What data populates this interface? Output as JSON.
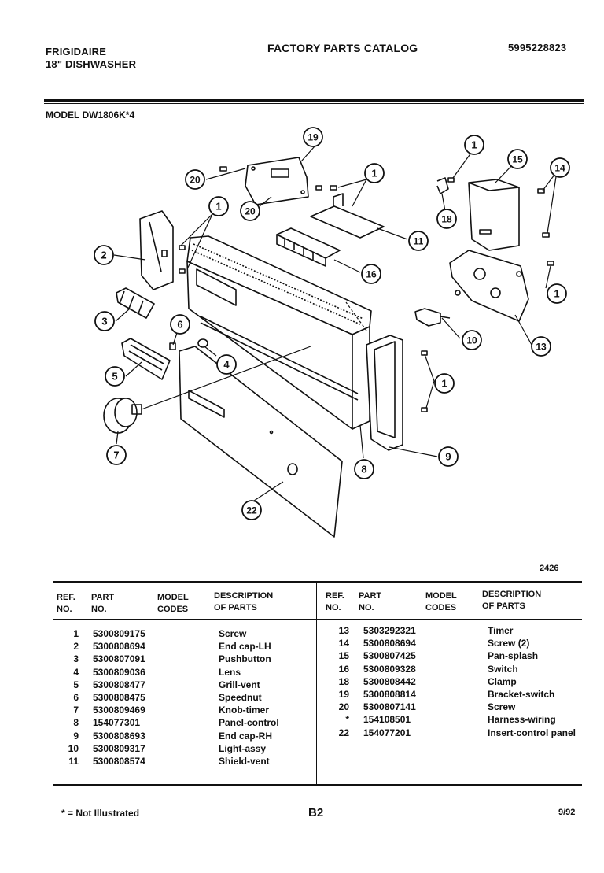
{
  "header": {
    "brand": "FRIGIDAIRE",
    "product": "18\" DISHWASHER",
    "catalog_title": "FACTORY PARTS CATALOG",
    "catalog_number": "5995228823",
    "model": "MODEL DW1806K*4"
  },
  "diagram": {
    "drawing_number": "2426",
    "callouts": [
      "1",
      "2",
      "3",
      "4",
      "5",
      "6",
      "7",
      "8",
      "9",
      "10",
      "11",
      "13",
      "14",
      "15",
      "16",
      "18",
      "19",
      "20",
      "22"
    ]
  },
  "table": {
    "headers": {
      "ref": [
        "REF.",
        "NO."
      ],
      "part": [
        "PART",
        "NO."
      ],
      "model": [
        "MODEL",
        "CODES"
      ],
      "desc": [
        "DESCRIPTION",
        "OF PARTS"
      ]
    },
    "left": [
      {
        "ref": "1",
        "part": "5300809175",
        "desc": "Screw"
      },
      {
        "ref": "2",
        "part": "5300808694",
        "desc": "End cap-LH"
      },
      {
        "ref": "3",
        "part": "5300807091",
        "desc": "Pushbutton"
      },
      {
        "ref": "4",
        "part": "5300809036",
        "desc": "Lens"
      },
      {
        "ref": "5",
        "part": "5300808477",
        "desc": "Grill-vent"
      },
      {
        "ref": "6",
        "part": "5300808475",
        "desc": "Speednut"
      },
      {
        "ref": "7",
        "part": "5300809469",
        "desc": "Knob-timer"
      },
      {
        "ref": "8",
        "part": "154077301",
        "desc": "Panel-control"
      },
      {
        "ref": "9",
        "part": "5300808693",
        "desc": "End cap-RH"
      },
      {
        "ref": "10",
        "part": "5300809317",
        "desc": "Light-assy"
      },
      {
        "ref": "11",
        "part": "5300808574",
        "desc": "Shield-vent"
      }
    ],
    "right": [
      {
        "ref": "13",
        "part": "5303292321",
        "desc": "Timer"
      },
      {
        "ref": "14",
        "part": "5300808694",
        "desc": "Screw (2)"
      },
      {
        "ref": "15",
        "part": "5300807425",
        "desc": "Pan-splash"
      },
      {
        "ref": "16",
        "part": "5300809328",
        "desc": "Switch"
      },
      {
        "ref": "18",
        "part": "5300808442",
        "desc": "Clamp"
      },
      {
        "ref": "19",
        "part": "5300808814",
        "desc": "Bracket-switch"
      },
      {
        "ref": "20",
        "part": "5300807141",
        "desc": "Screw"
      },
      {
        "ref": "*",
        "part": "154108501",
        "desc": "Harness-wiring"
      },
      {
        "ref": "22",
        "part": "154077201",
        "desc": "Insert-control panel"
      }
    ]
  },
  "footer": {
    "note": "* = Not Illustrated",
    "page": "B2",
    "date": "9/92"
  }
}
